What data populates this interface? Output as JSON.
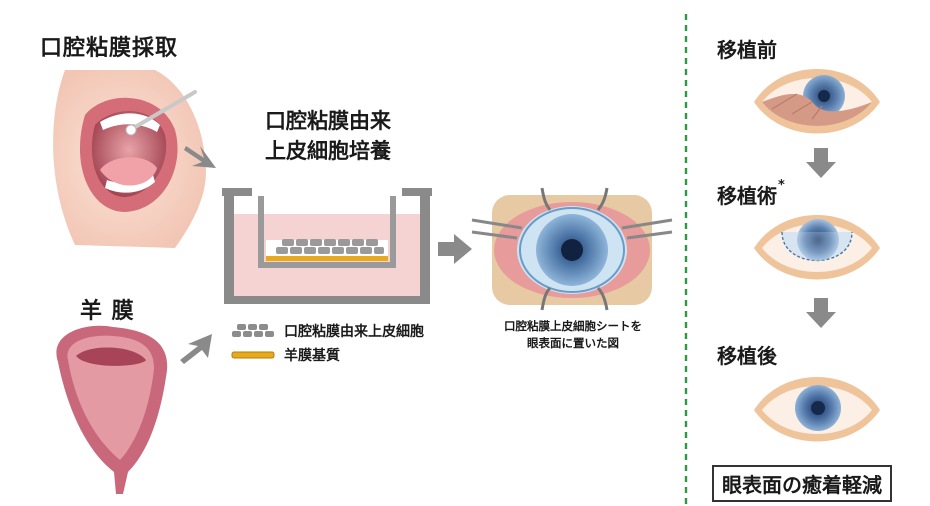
{
  "left": {
    "oral_title": "口腔粘膜採取",
    "amnion_title": "羊 膜"
  },
  "center": {
    "culture_title_line1": "口腔粘膜由来",
    "culture_title_line2": "上皮細胞培養",
    "legend": [
      {
        "label": "口腔粘膜由来上皮細胞",
        "color": "#8c8c8c"
      },
      {
        "label": "羊膜基質",
        "color": "#e8a91c"
      }
    ],
    "eye_caption_line1": "口腔粘膜上皮細胞シートを",
    "eye_caption_line2": "眼表面に置いた図"
  },
  "right": {
    "before": "移植前",
    "during": "移植術",
    "during_mark": "*",
    "after": "移植後",
    "result": "眼表面の癒着軽減"
  },
  "colors": {
    "arrow": "#8a8a8a",
    "divider": "#2e9a3e",
    "dish_wall": "#8a8a8a",
    "medium": "#f6d3d3",
    "membrane": "#e8a91c"
  }
}
